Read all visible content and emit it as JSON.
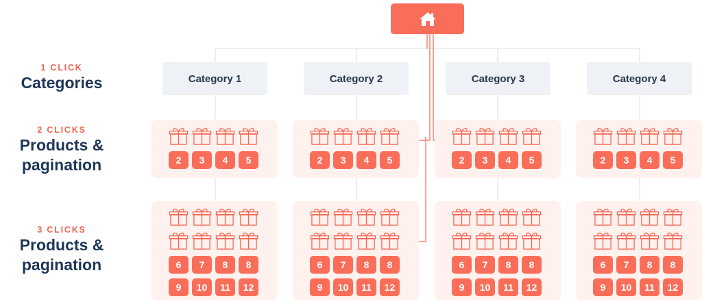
{
  "home": {
    "icon": "home-icon"
  },
  "side_labels": [
    {
      "clicks": "1 CLICK",
      "title_lines": [
        "Categories"
      ]
    },
    {
      "clicks": "2 CLICKS",
      "title_lines": [
        "Products &",
        "pagination"
      ]
    },
    {
      "clicks": "3 CLICKS",
      "title_lines": [
        "Products &",
        "pagination"
      ]
    }
  ],
  "categories": [
    "Category 1",
    "Category 2",
    "Category 3",
    "Category 4"
  ],
  "products_page_1": {
    "icon": "gift-icon",
    "pagination": [
      "2",
      "3",
      "4",
      "5"
    ]
  },
  "products_page_2": {
    "icon": "gift-icon",
    "pagination": [
      "6",
      "7",
      "8",
      "8",
      "9",
      "10",
      "11",
      "12"
    ]
  },
  "colors": {
    "accent": "#fa6e59",
    "navy": "#1d3557",
    "category_bg": "#eef1f5",
    "panel_bg": "#fff1ee",
    "connector": "#d9dde3"
  }
}
